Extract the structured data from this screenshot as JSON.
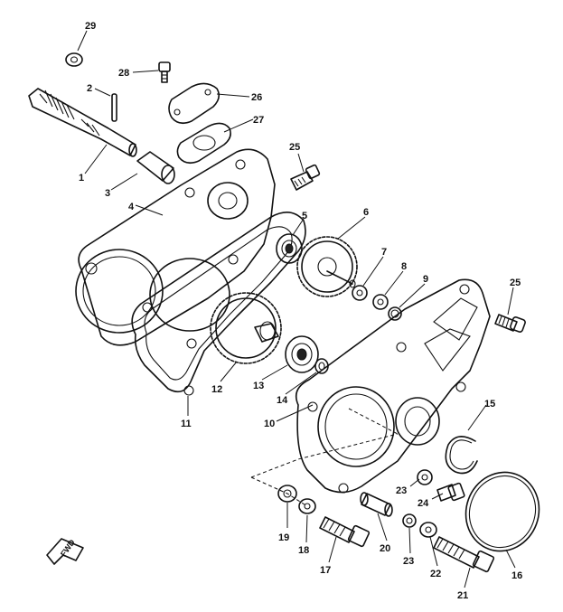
{
  "callouts": {
    "c29": "29",
    "c2": "2",
    "c28": "28",
    "c26": "26",
    "c27": "27",
    "c1": "1",
    "c3": "3",
    "c4": "4",
    "c25a": "25",
    "c5": "5",
    "c6": "6",
    "c7": "7",
    "c8": "8",
    "c9": "9",
    "c25b": "25",
    "c12": "12",
    "c13": "13",
    "c14": "14",
    "c11": "11",
    "c10": "10",
    "c15": "15",
    "c23a": "23",
    "c24": "24",
    "c19": "19",
    "c18": "18",
    "c17": "17",
    "c20": "20",
    "c23b": "23",
    "c22": "22",
    "c21": "21",
    "c16": "16"
  },
  "fwd_label": "FWD"
}
